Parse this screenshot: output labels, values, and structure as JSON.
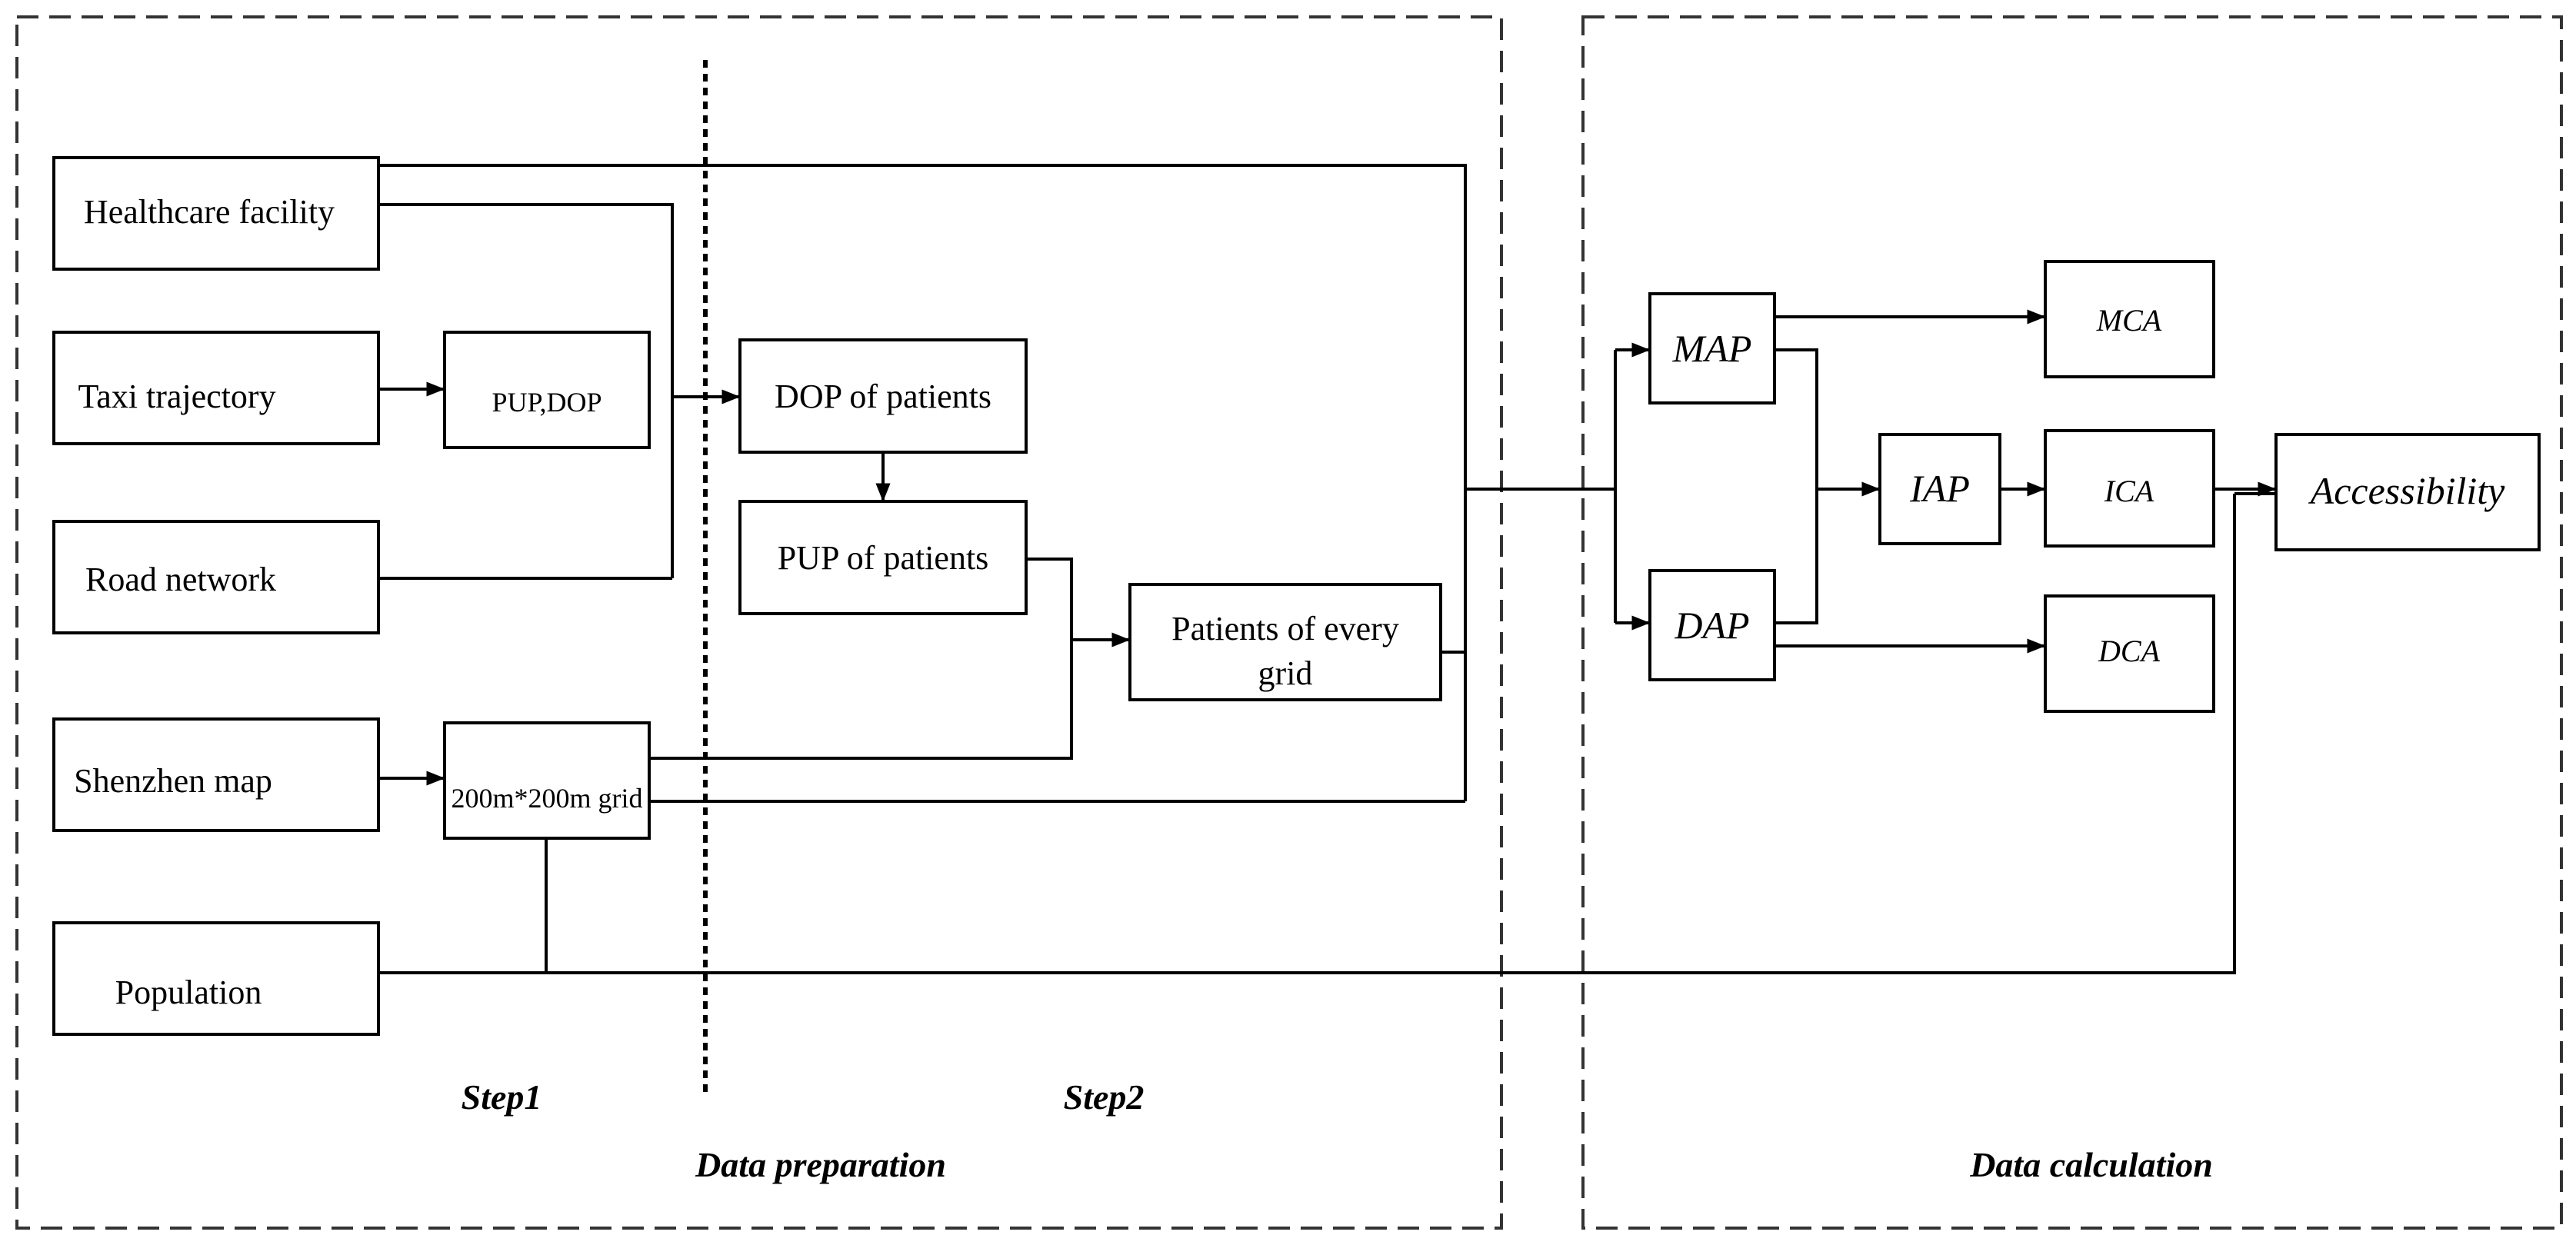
{
  "inputs": {
    "healthcare_facility": "Healthcare facility",
    "taxi_trajectory": "Taxi trajectory",
    "road_network": "Road network",
    "shenzhen_map": "Shenzhen map",
    "population": "Population"
  },
  "step1": {
    "pup_dop": "PUP,DOP",
    "grid": "200m*200m grid"
  },
  "step2": {
    "dop_of_patients": "DOP of patients",
    "pup_of_patients": "PUP of patients",
    "patients_every_grid_line1": "Patients of  every",
    "patients_every_grid_line2": "grid"
  },
  "calculation": {
    "map": "MAP",
    "dap": "DAP",
    "iap": "IAP",
    "mca": "MCA",
    "ica": "ICA",
    "dca": "DCA",
    "accessibility": "Accessibility"
  },
  "labels": {
    "step1": "Step1",
    "step2": "Step2",
    "data_preparation": "Data preparation",
    "data_calculation": "Data calculation"
  }
}
